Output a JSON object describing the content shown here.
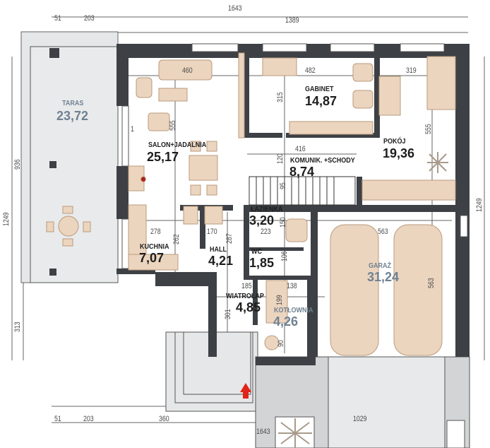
{
  "rooms": {
    "taras": {
      "name": "TARAS",
      "area": "23,72"
    },
    "salon": {
      "name": "SALON+JADALNIA",
      "area": "25,17"
    },
    "gabinet": {
      "name": "GABINET",
      "area": "14,87"
    },
    "pokoj": {
      "name": "POKÓJ",
      "area": "19,36"
    },
    "komunik": {
      "name": "KOMUNIK. +SCHODY",
      "area": "8,74"
    },
    "lazienka": {
      "name": "ŁAZIENKA",
      "area": "3,20"
    },
    "kuchnia": {
      "name": "KUCHNIA",
      "area": "7,07"
    },
    "hall": {
      "name": "HALL",
      "area": "4,21"
    },
    "wc": {
      "name": "WC",
      "area": "1,85"
    },
    "garaz": {
      "name": "GARAŻ",
      "area": "31,24"
    },
    "wiatrolap": {
      "name": "WIATROŁAP",
      "area": "4,85"
    },
    "kotlownia": {
      "name": "KOTŁOWNIA",
      "area": "4,26"
    }
  },
  "dimensions": {
    "top_total": "1643",
    "top_51": "51",
    "top_203": "203",
    "top_1389": "1389",
    "d460": "460",
    "d482": "482",
    "d319": "319",
    "d315": "315",
    "d555a": "555",
    "d555b": "555",
    "d416": "416",
    "d120": "120",
    "d95": "95",
    "d278": "278",
    "d262": "262",
    "d170": "170",
    "d287": "287",
    "d223": "223",
    "d150": "150",
    "d106": "106",
    "d185": "185",
    "d138": "138",
    "d199": "199",
    "d301": "301",
    "d90": "90",
    "d563h": "563",
    "d563v": "563",
    "left_1249": "1249",
    "right_1249": "1249",
    "left_936": "936",
    "left_313": "313",
    "bot_51": "51",
    "bot_203": "203",
    "bot_360": "360",
    "bot_1029": "1029",
    "bot_total": "1643",
    "mark_1": "1"
  },
  "colors": {
    "wall": "#3d4045",
    "furniture": "#ecd5bf",
    "terrace": "#e6e7e8",
    "entry_arrow": "#e2231a"
  }
}
